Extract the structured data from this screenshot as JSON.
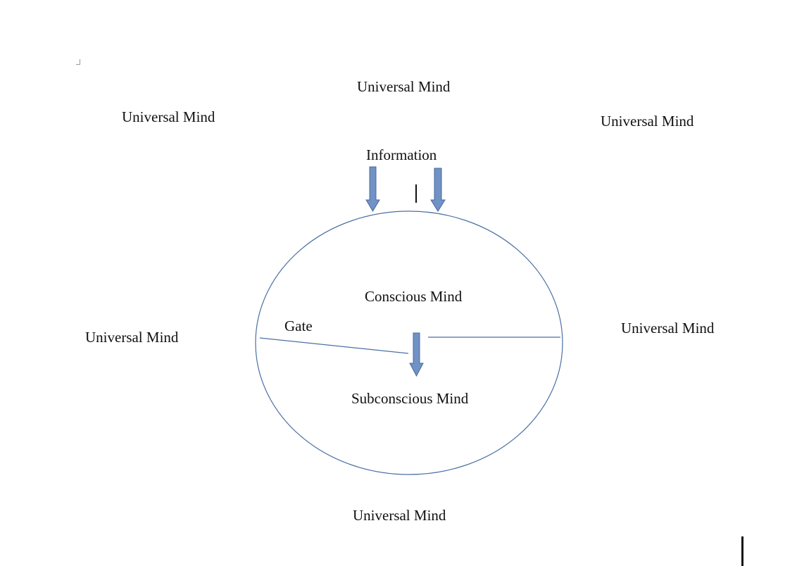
{
  "colors": {
    "ellipse_stroke": "#4a6fa5",
    "arrow_fill": "#7092c4",
    "arrow_stroke": "#4a6aa0",
    "text": "#111111"
  },
  "labels": {
    "universal_top": "Universal Mind",
    "universal_top_left": "Universal Mind",
    "universal_top_right": "Universal Mind",
    "universal_left": "Universal Mind",
    "universal_right": "Universal Mind",
    "universal_bottom": "Universal Mind",
    "information": "Information",
    "conscious": "Conscious Mind",
    "gate": "Gate",
    "subconscious": "Subconscious Mind"
  },
  "icons": {
    "information_arrows": "down-arrow-icon",
    "gate_arrow": "down-arrow-icon"
  }
}
